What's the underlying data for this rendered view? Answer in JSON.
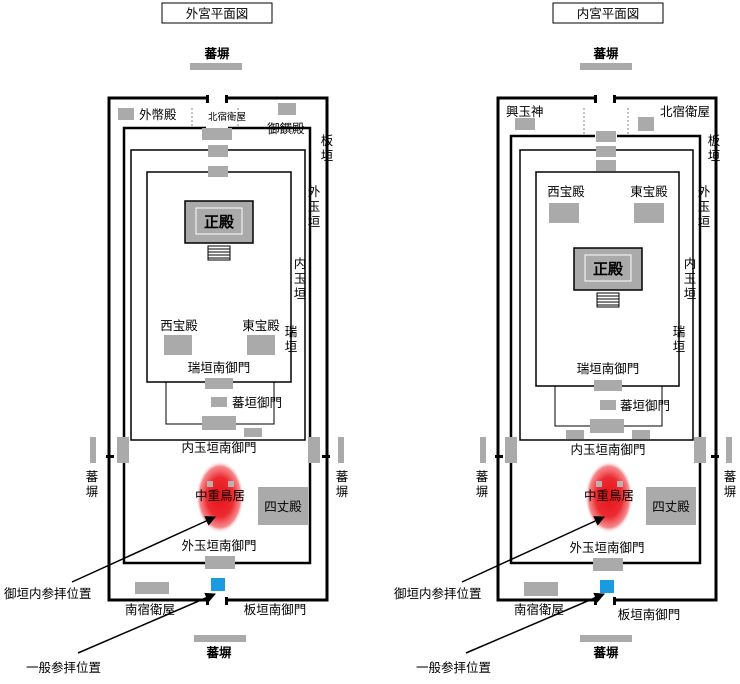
{
  "outer": {
    "title": "外宮平面図",
    "top_fence": "蕃塀",
    "bottom_fence": "蕃塀",
    "left_fence": "蕃塀",
    "right_fence": "蕃塀",
    "gaiheiden": "外幣殿",
    "kitaeiya": "北宿衛屋",
    "mikeden": "御饌殿",
    "itagaki": "板垣",
    "tonotamagaki": "外玉垣",
    "uchitamagaki": "内玉垣",
    "mizugaki": "瑞垣",
    "shoden": "正殿",
    "nishihoden": "西宝殿",
    "higashihoden": "東宝殿",
    "mizugaki_gate": "瑞垣南御門",
    "kaki_gate": "蕃垣御門",
    "uchitamagaki_gate": "内玉垣南御門",
    "naka_torii": "中重鳥居",
    "yotsudono": "四丈殿",
    "tonotamagaki_gate": "外玉垣南御門",
    "minami_eiya": "南宿衛屋",
    "itagaki_gate": "板垣南御門",
    "worship_inner": "御垣内参拝位置",
    "worship_public": "一般参拝位置"
  },
  "inner": {
    "title": "内宮平面図",
    "top_fence": "蕃塀",
    "bottom_fence": "蕃塀",
    "left_fence": "蕃塀",
    "right_fence": "蕃塀",
    "kotamajinja": "興玉神",
    "kitaeiya": "北宿衛屋",
    "itagaki": "板垣",
    "tonotamagaki": "外玉垣",
    "uchitamagaki": "内玉垣",
    "mizugaki": "瑞垣",
    "shoden": "正殿",
    "nishihoden": "西宝殿",
    "higashihoden": "東宝殿",
    "mizugaki_gate": "瑞垣南御門",
    "kaki_gate": "蕃垣御門",
    "uchitamagaki_gate": "内玉垣南御門",
    "naka_torii": "中重鳥居",
    "yotsudono": "四丈殿",
    "tonotamagaki_gate": "外玉垣南御門",
    "minami_eiya": "南宿衛屋",
    "itagaki_gate": "板垣南御門",
    "worship_inner": "御垣内参拝位置",
    "worship_public": "一般参拝位置"
  },
  "colors": {
    "building": "#aaaaaa",
    "wall": "#000000",
    "torii_red": "#e8141c",
    "worship_blue": "#1a9ae0"
  }
}
